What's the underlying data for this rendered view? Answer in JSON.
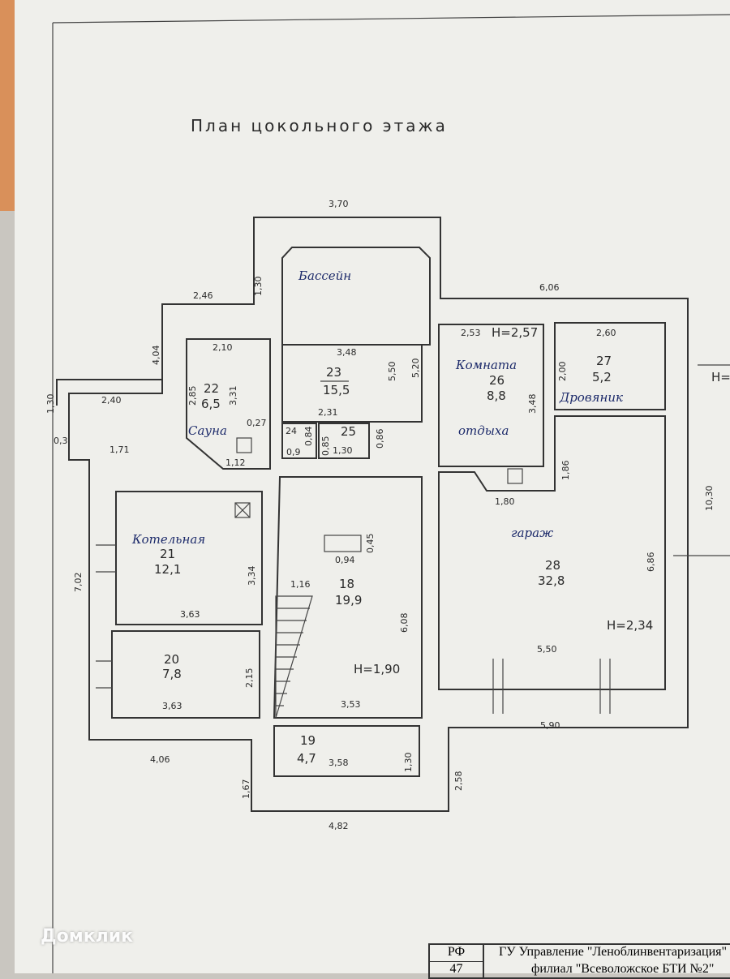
{
  "title": "План цокольного этажа",
  "rooms": [
    {
      "num": "23",
      "area": "15,5"
    },
    {
      "num": "22",
      "area": "6,5",
      "name": "Сауна"
    },
    {
      "num": "26",
      "area": "8,8",
      "name1": "Комната",
      "name2": "отдыха"
    },
    {
      "num": "27",
      "area": "5,2",
      "name": "Дровяник"
    },
    {
      "num": "21",
      "area": "12,1",
      "name": "Котельная"
    },
    {
      "num": "20",
      "area": "7,8"
    },
    {
      "num": "18",
      "area": "19,9"
    },
    {
      "num": "28",
      "area": "32,8",
      "name": "гараж"
    },
    {
      "num": "19",
      "area": "4,7"
    },
    {
      "num": "24"
    },
    {
      "num": "25"
    }
  ],
  "pool_label": "Бассейн",
  "heights": [
    "H=2,57",
    "H=1,90",
    "H=2,34",
    "H="
  ],
  "dims": [
    "3,70",
    "1,30",
    "2,46",
    "6,06",
    "2,53",
    "2,60",
    "2,10",
    "3,48",
    "5,50",
    "5,20",
    "2,00",
    "3,48",
    "4,04",
    "2,85",
    "3,31",
    "0,27",
    "1,30",
    "2,40",
    "0,3",
    "2,31",
    "0,84",
    "0,85",
    "0,86",
    "1,30",
    "0,9",
    "1,12",
    "1,71",
    "1,86",
    "1,80",
    "10,30",
    "0,45",
    "0,94",
    "6,86",
    "7,02",
    "3,34",
    "3,63",
    "1,16",
    "6,08",
    "2,15",
    "3,63",
    "3,53",
    "5,50",
    "5,90",
    "4,06",
    "3,58",
    "1,30",
    "2,58",
    "1,67",
    "4,82"
  ],
  "watermark": "Домклик",
  "stamp": {
    "rf": "РФ",
    "region": "47",
    "org": "ГУ Управление \"Леноблинвентаризация\"",
    "branch": "филиал \"Всеволожское БТИ №2\""
  }
}
